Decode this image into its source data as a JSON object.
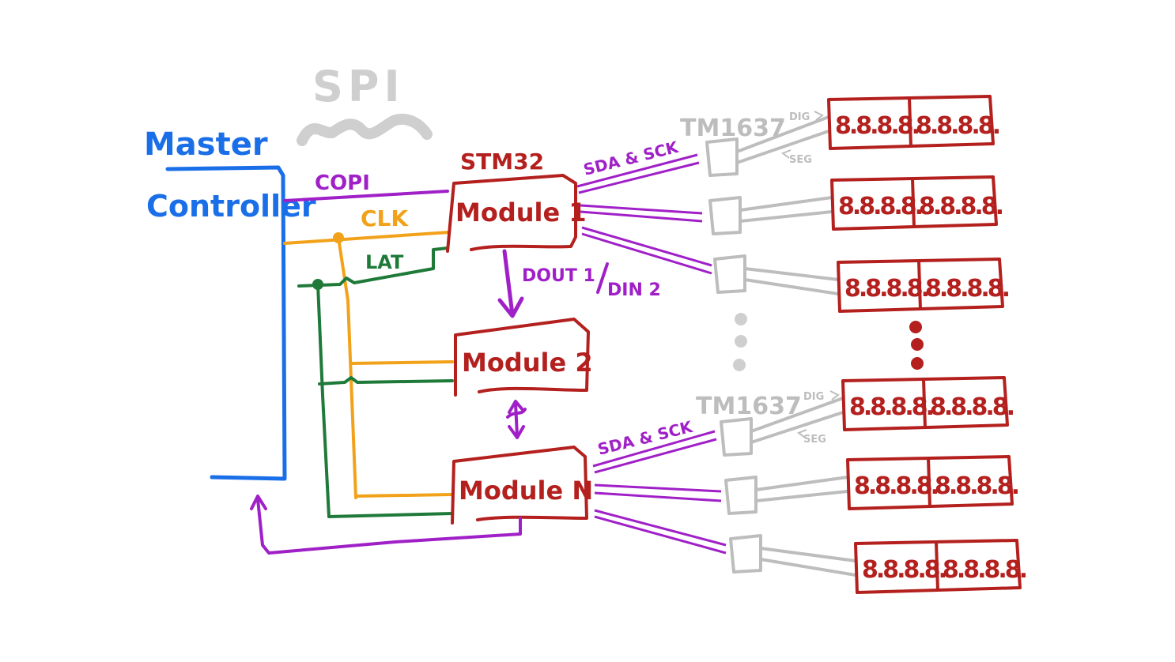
{
  "colors": {
    "master": "#1a6fe8",
    "copi": "#a020c8",
    "clk": "#f2a21a",
    "lat": "#1f7a3a",
    "module": "#b3201e",
    "tm": "#bdbdbd",
    "spi": "#cfcfcf"
  },
  "labels": {
    "spi": "SPI",
    "master_line1": "Master",
    "master_line2": "Controller",
    "copi": "COPI",
    "clk": "CLK",
    "lat": "LAT",
    "stm32": "STM32",
    "dout_din_a": "DOUT 1",
    "dout_din_b": "DIN 2",
    "sda_sck_top": "SDA & SCK",
    "sda_sck_bottom": "SDA & SCK",
    "tm_top": "TM1637",
    "tm_bottom": "TM1637",
    "dig_top": "DIG",
    "seg_top": "SEG",
    "dig_bottom": "DIG",
    "seg_bottom": "SEG"
  },
  "modules": [
    {
      "label": "Module 1"
    },
    {
      "label": "Module 2"
    },
    {
      "label": "Module N"
    }
  ],
  "digit_pattern": "8.8.8.8."
}
